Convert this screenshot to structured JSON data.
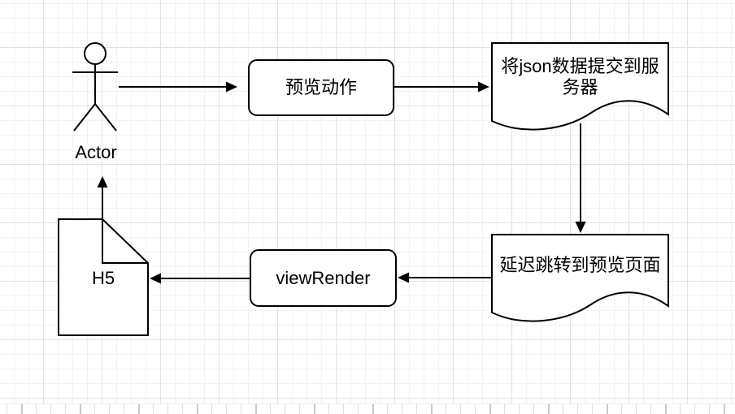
{
  "canvas": {
    "background": "#ffffff",
    "grid_minor_color": "#f2f2f2",
    "grid_major_color": "#e2e2e2",
    "stroke_color": "#000000",
    "text_color": "#000000"
  },
  "nodes": {
    "actor": {
      "label": "Actor",
      "shape": "stick-figure-actor"
    },
    "preview_action": {
      "label": "预览动作",
      "shape": "rounded-rectangle"
    },
    "submit_json": {
      "lines": [
        "将json数据提交到服",
        "务器"
      ],
      "shape": "document"
    },
    "delay_redirect": {
      "label": "延迟跳转到预览页面",
      "shape": "document"
    },
    "view_render": {
      "label": "viewRender",
      "shape": "rounded-rectangle"
    },
    "h5_page": {
      "label": "H5",
      "shape": "note-folded-corner"
    }
  },
  "edges": [
    {
      "from": "actor",
      "to": "preview_action",
      "direction": "right"
    },
    {
      "from": "preview_action",
      "to": "submit_json",
      "direction": "right"
    },
    {
      "from": "submit_json",
      "to": "delay_redirect",
      "direction": "down"
    },
    {
      "from": "delay_redirect",
      "to": "view_render",
      "direction": "left"
    },
    {
      "from": "view_render",
      "to": "h5_page",
      "direction": "left"
    },
    {
      "from": "h5_page",
      "to": "actor",
      "direction": "up"
    }
  ]
}
